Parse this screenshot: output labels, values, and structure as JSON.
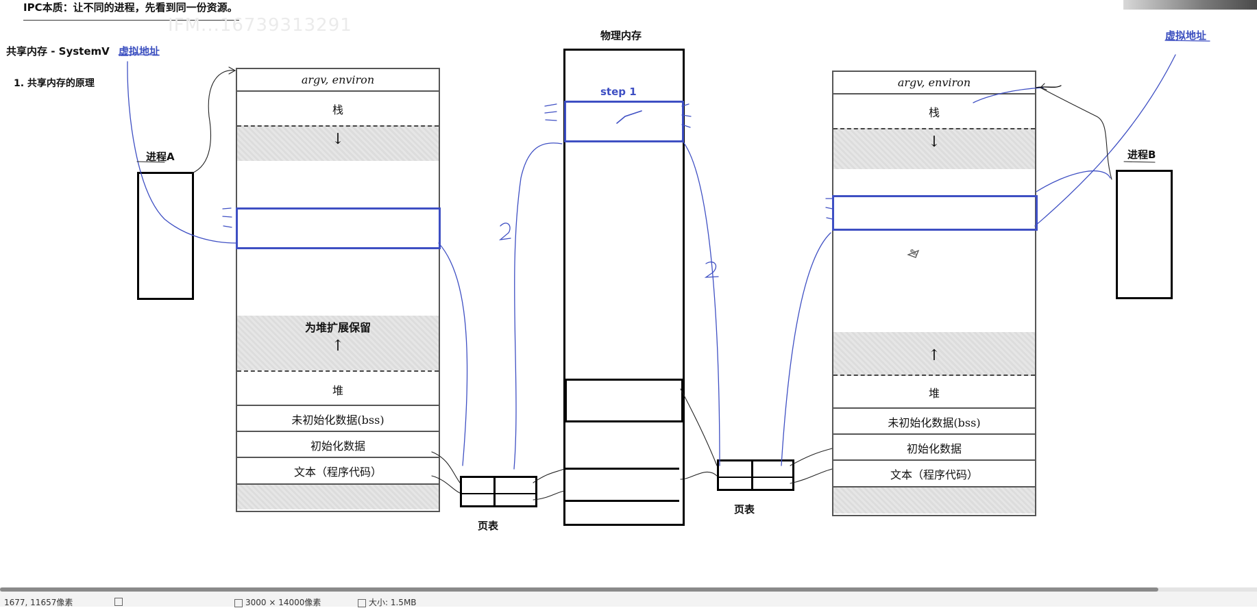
{
  "title": "IPC本质：让不同的进程，先看到同一份资源。",
  "watermark": "IFM...16739313291",
  "section": "共享内存 - SystemV",
  "virtual_address": "虚拟地址",
  "subsection": "1. 共享内存的原理",
  "process_a": "进程A",
  "process_b": "进程B",
  "physical_memory": "物理内存",
  "step1": "step 1",
  "page_table": "页表",
  "annot_2": "2",
  "layout": {
    "argv": "argv, environ",
    "stack": "栈",
    "heap_reserve": "为堆扩展保留",
    "heap": "堆",
    "bss": "未初始化数据(bss)",
    "data": "初始化数据",
    "text": "文本（程序代码）"
  },
  "statusbar": {
    "coords": "1677, 11657像素",
    "dimensions": "3000 × 14000像素",
    "size": "大小: 1.5MB"
  },
  "colors": {
    "annotation_blue": "#3e4fc3",
    "box_border": "#000000"
  }
}
